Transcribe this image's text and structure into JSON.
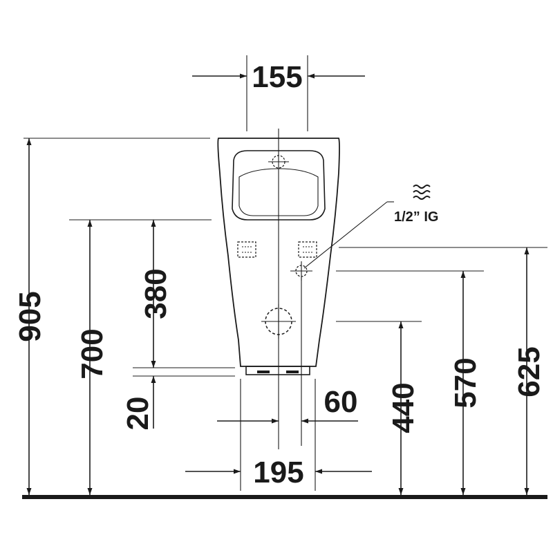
{
  "dimensions": {
    "top_width": "155",
    "total_height": "905",
    "rim_height": "700",
    "inlet_to_rim": "380",
    "base_gap": "20",
    "side_offset": "60",
    "base_width": "195",
    "outlet_height": "440",
    "inlet_height": "570",
    "supply_height": "625"
  },
  "supply_label": "1/2” IG",
  "icons": {
    "water": "water-waves-icon"
  }
}
